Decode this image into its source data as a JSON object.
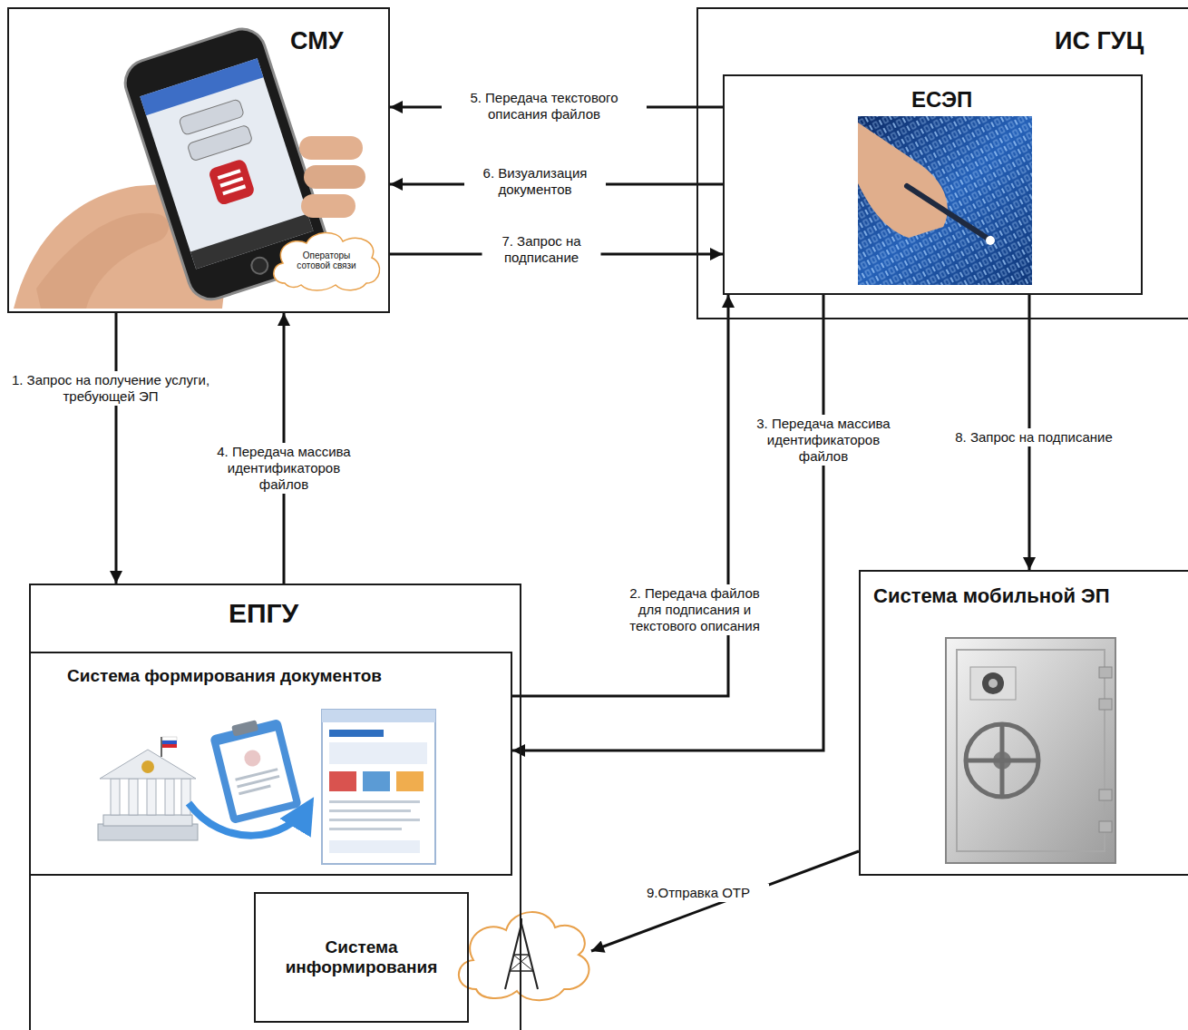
{
  "diagram": {
    "nodes": [
      {
        "text": [
          "СМУ"
        ]
      },
      {
        "text": [
          "Операторы сотовой связи"
        ],
        "in": 0
      },
      {
        "text": [
          "ИС ГУЦ"
        ]
      },
      {
        "text": [
          "ЕСЭП"
        ],
        "in": 2
      },
      {
        "text": [
          "ЕПГУ"
        ]
      },
      {
        "text": [
          "Система формирования документов"
        ],
        "in": 4
      },
      {
        "text": [
          "Система мобильной ЭП"
        ]
      },
      {
        "text": [
          "Система информирования"
        ],
        "in": 4
      }
    ],
    "edges": [
      {
        "from": 0,
        "to": 4,
        "arrow": "to",
        "label": "1. Запрос на получение услуги, требующей ЭП"
      },
      {
        "from": 5,
        "to": 3,
        "arrow": "to",
        "label": "2. Передача файлов для подписания и текстового описания"
      },
      {
        "from": 3,
        "to": 5,
        "arrow": "to",
        "label": "3. Передача массива идентификаторов файлов"
      },
      {
        "from": 4,
        "to": 0,
        "arrow": "to",
        "label": "4. Передача массива идентификаторов файлов"
      },
      {
        "from": 3,
        "to": 0,
        "arrow": "to",
        "label": "5. Передача текстового описания файлов"
      },
      {
        "from": 3,
        "to": 0,
        "arrow": "to",
        "label": "6. Визуализация документов"
      },
      {
        "from": 0,
        "to": 3,
        "arrow": "to",
        "label": "7. Запрос на подписание"
      },
      {
        "from": 3,
        "to": 6,
        "arrow": "to",
        "label": "8. Запрос на подписание"
      },
      {
        "from": 6,
        "to": 7,
        "arrow": "to",
        "label": "9.Отправка OTP"
      }
    ]
  }
}
